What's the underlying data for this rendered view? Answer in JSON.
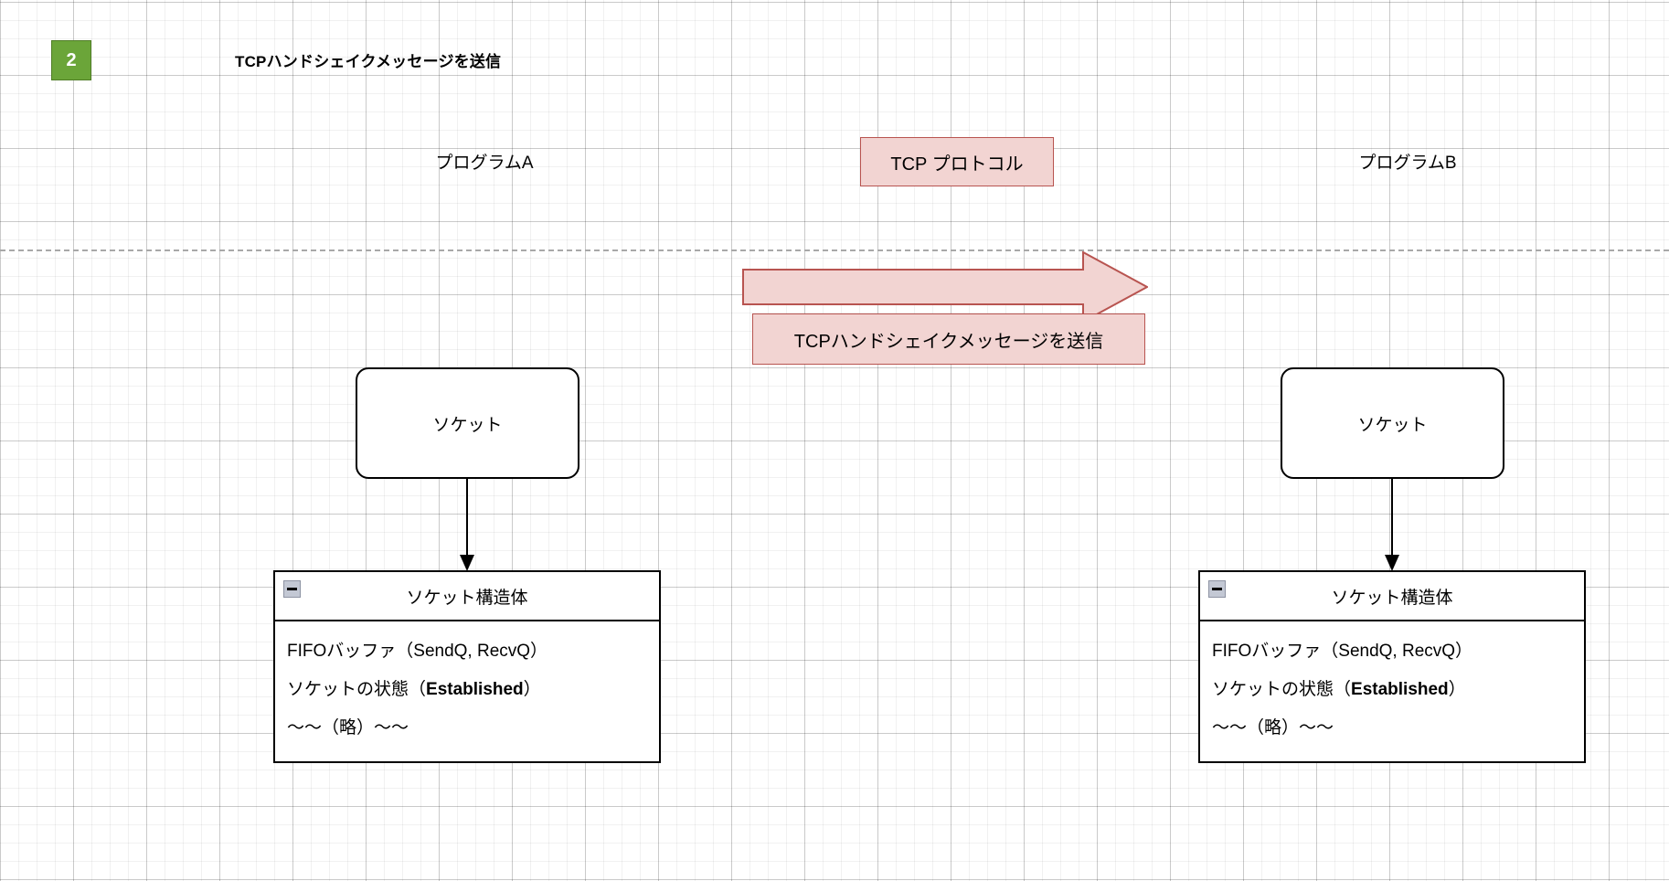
{
  "step": {
    "number": "2",
    "title": "TCPハンドシェイクメッセージを送信",
    "badge_color": "#6ba539"
  },
  "columns": {
    "left_label": "プログラムA",
    "right_label": "プログラムB"
  },
  "protocol": {
    "label": "TCP プロトコル",
    "fill_color": "#f2d4d2",
    "border_color": "#b85450"
  },
  "message": {
    "arrow_direction": "right",
    "label": "TCPハンドシェイクメッセージを送信",
    "fill_color": "#f2d4d2",
    "border_color": "#b85450"
  },
  "divider": {
    "style": "dashed",
    "color": "#a8a8a8"
  },
  "nodes": {
    "socket_label": "ソケット"
  },
  "struct": {
    "header": "ソケット構造体",
    "collapse_icon": "minus-icon",
    "rows": [
      "FIFOバッファ（SendQ, RecvQ）",
      "ソケットの状態（Established）",
      "〜〜（略）〜〜"
    ],
    "row_plain_1": "FIFOバッファ（SendQ, RecvQ）",
    "row_state_prefix": "ソケットの状態（",
    "row_state_bold": "Established",
    "row_state_suffix": "）",
    "row_plain_3": "〜〜（略）〜〜"
  }
}
